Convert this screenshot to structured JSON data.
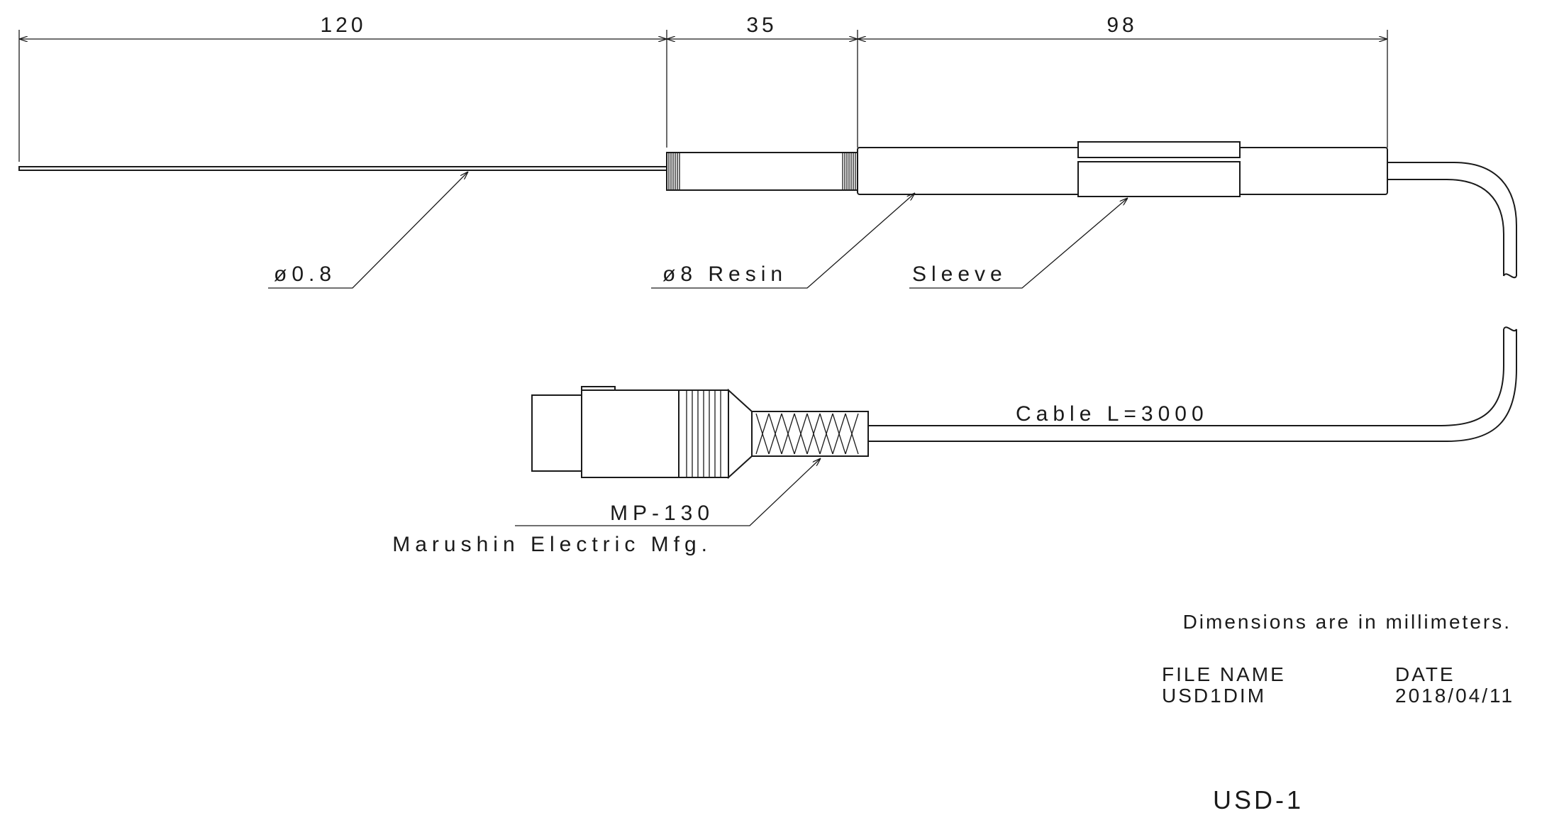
{
  "dimensions": {
    "probe_tip_length": "120",
    "resin_length": "35",
    "handle_length": "98"
  },
  "callouts": {
    "tip_diameter": "ø0.8",
    "resin_diameter": "ø8 Resin",
    "sleeve": "Sleeve",
    "cable": "Cable L=3000",
    "connector_model": "MP-130",
    "connector_maker": "Marushin Electric Mfg."
  },
  "notes": {
    "units": "Dimensions are in millimeters."
  },
  "title_block": {
    "file_name_label": "FILE NAME",
    "file_name_value": "USD1DIM",
    "date_label": "DATE",
    "date_value": "2018/04/11",
    "drawing_title": "USD-1"
  }
}
